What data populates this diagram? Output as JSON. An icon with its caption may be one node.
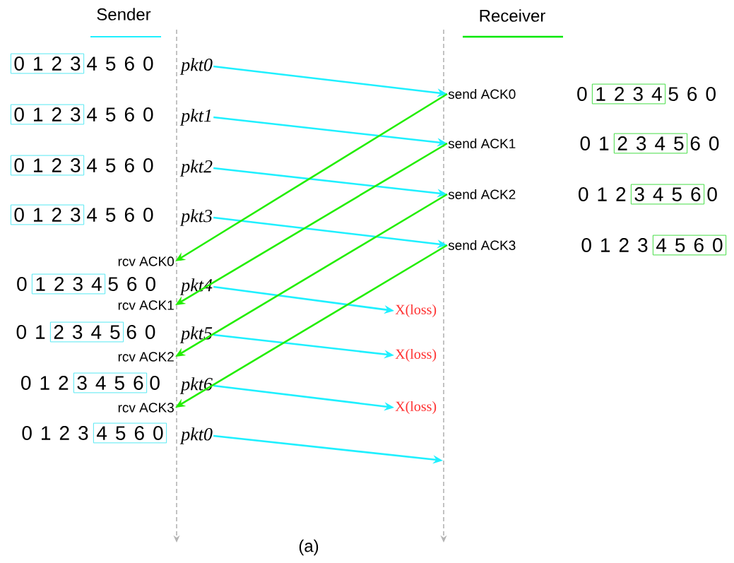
{
  "diagram": {
    "nodes": [
      {
        "text": [
          "0 1 2 3"
        ]
      },
      {
        "text": [
          "pkt0"
        ]
      },
      {
        "text": [
          "send ACK0"
        ]
      },
      {
        "text": [
          "1 2 3 4"
        ]
      },
      {
        "text": [
          "0 1 2 3"
        ]
      },
      {
        "text": [
          "pkt1"
        ]
      },
      {
        "text": [
          "send ACK1"
        ]
      },
      {
        "text": [
          "2 3 4 5"
        ]
      },
      {
        "text": [
          "0 1 2 3"
        ]
      },
      {
        "text": [
          "pkt2"
        ]
      },
      {
        "text": [
          "send ACK2"
        ]
      },
      {
        "text": [
          "3 4 5 6"
        ]
      },
      {
        "text": [
          "0 1 2 3"
        ]
      },
      {
        "text": [
          "pkt3"
        ]
      },
      {
        "text": [
          "send ACK3"
        ]
      },
      {
        "text": [
          "4 5 6 0"
        ]
      },
      {
        "text": [
          "rcv ACK0"
        ]
      },
      {
        "text": [
          "1 2 3 4"
        ]
      },
      {
        "text": [
          "pkt4"
        ]
      },
      {
        "text": [
          "X(loss)"
        ]
      },
      {
        "text": [
          "rcv ACK1"
        ]
      },
      {
        "text": [
          "2 3 4 5"
        ]
      },
      {
        "text": [
          "pkt5"
        ]
      },
      {
        "text": [
          "X(loss)"
        ]
      },
      {
        "text": [
          "rcv ACK2"
        ]
      },
      {
        "text": [
          "3 4 5 6"
        ]
      },
      {
        "text": [
          "pkt6"
        ]
      },
      {
        "text": [
          "X(loss)"
        ]
      },
      {
        "text": [
          "rcv ACK3"
        ]
      },
      {
        "text": [
          "4 5 6 0"
        ]
      },
      {
        "text": [
          "pkt0"
        ]
      }
    ],
    "edges": [
      {
        "from": 1,
        "to": 2,
        "arrow": "to"
      },
      {
        "from": 5,
        "to": 6,
        "arrow": "to"
      },
      {
        "from": 9,
        "to": 10,
        "arrow": "to"
      },
      {
        "from": 13,
        "to": 14,
        "arrow": "to"
      },
      {
        "from": 18,
        "to": 19,
        "arrow": "to"
      },
      {
        "from": 22,
        "to": 23,
        "arrow": "to"
      },
      {
        "from": 26,
        "to": 27,
        "arrow": "to"
      },
      {
        "from": 30,
        "to": null,
        "arrow": "to"
      },
      {
        "from": 2,
        "to": 16,
        "arrow": "to",
        "color": "#22ee00"
      },
      {
        "from": 6,
        "to": 20,
        "arrow": "to",
        "color": "#22ee00"
      },
      {
        "from": 10,
        "to": 24,
        "arrow": "to",
        "color": "#22ee00"
      },
      {
        "from": 14,
        "to": 28,
        "arrow": "to",
        "color": "#22ee00"
      }
    ],
    "labels": [
      "Sender",
      "Receiver",
      "4 5 6 0",
      "0",
      "5 6 0",
      "4 5 6 0",
      "0 1",
      "6 0",
      "4 5 6 0",
      "0 1 2",
      "0",
      "4 5 6 0",
      "0 1 2 3",
      "0",
      "5 6 0",
      "0 1",
      "6 0",
      "0 1 2",
      "0",
      "0 1 2 3",
      "(a)"
    ]
  }
}
